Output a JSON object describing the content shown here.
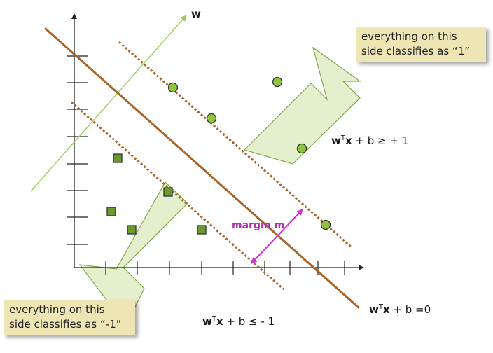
{
  "axis_label_w": "w",
  "eq_positive": {
    "w": "w",
    "t": "T",
    "x": "x",
    "rest": " + b ≥ + 1"
  },
  "eq_boundary": {
    "w": "w",
    "t": "T",
    "x": "x",
    "rest": " + b =0"
  },
  "eq_negative": {
    "w": "w",
    "t": "T",
    "x": "x",
    "rest": " + b ≤ - 1"
  },
  "margin_label": "margin m",
  "note_positive": {
    "line1": "everything on this",
    "line2": "side classifies as “1”"
  },
  "note_negative": {
    "line1": "everything on this",
    "line2": "side classifies as “-1”"
  },
  "colors": {
    "boundary": "#a9642a",
    "margin_lines": "#a9642a",
    "point_fill": "#8fc43e",
    "square_fill": "#6a9a2e",
    "arrow_fill": "#e2efc9",
    "arrow_stroke": "#7aa03a",
    "margin_arrow": "#d32fd3",
    "note_bg": "#ede6b4"
  }
}
